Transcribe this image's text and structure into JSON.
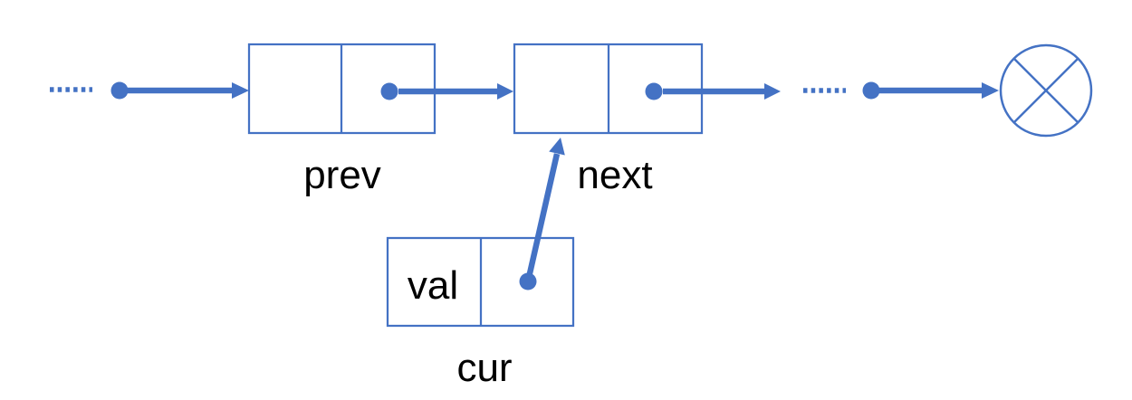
{
  "diagram": {
    "type": "linked-list",
    "colors": {
      "accent": "#4472C4",
      "text": "#000000",
      "background": "#FFFFFF"
    },
    "nodes": [
      {
        "id": "prev-node",
        "label": "prev",
        "cells": [
          "",
          ""
        ]
      },
      {
        "id": "next-node",
        "label": "next",
        "cells": [
          "",
          ""
        ]
      },
      {
        "id": "cur-node",
        "label": "cur",
        "cells": [
          "val",
          ""
        ]
      }
    ],
    "icons": {
      "continuation_left": "ellipsis-dots-icon",
      "continuation_right": "ellipsis-dots-icon",
      "pointer_origin": "dot-icon",
      "link": "arrow-icon",
      "terminator": "circle-cross-icon"
    }
  }
}
